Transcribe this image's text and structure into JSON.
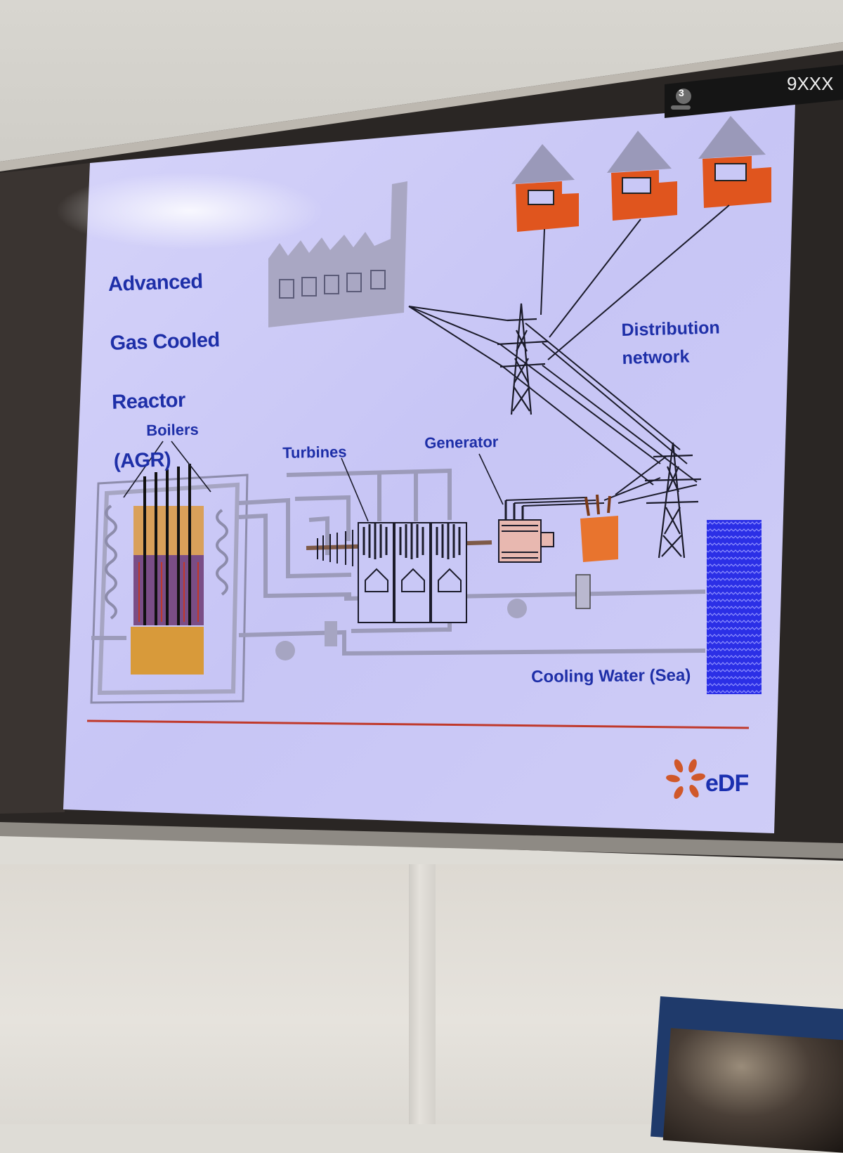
{
  "slide": {
    "title_lines": [
      "Advanced",
      "Gas Cooled",
      "Reactor",
      "(AGR)"
    ],
    "labels": {
      "boilers": "Boilers",
      "turbines": "Turbines",
      "generator": "Generator",
      "distribution_line1": "Distribution",
      "distribution_line2": "network",
      "cooling": "Cooling Water (Sea)"
    },
    "logo_text": "eDF",
    "badge_number": "3"
  },
  "screen": {
    "corner_code": "9XXX"
  },
  "colors": {
    "slide_background": "#c9c8f6",
    "label_blue": "#1e2fa8",
    "house_orange": "#e0551e",
    "grey_shapes": "#9a9ab8",
    "divider_red": "#c0392b",
    "sea_blue": "#2a2ee0"
  }
}
